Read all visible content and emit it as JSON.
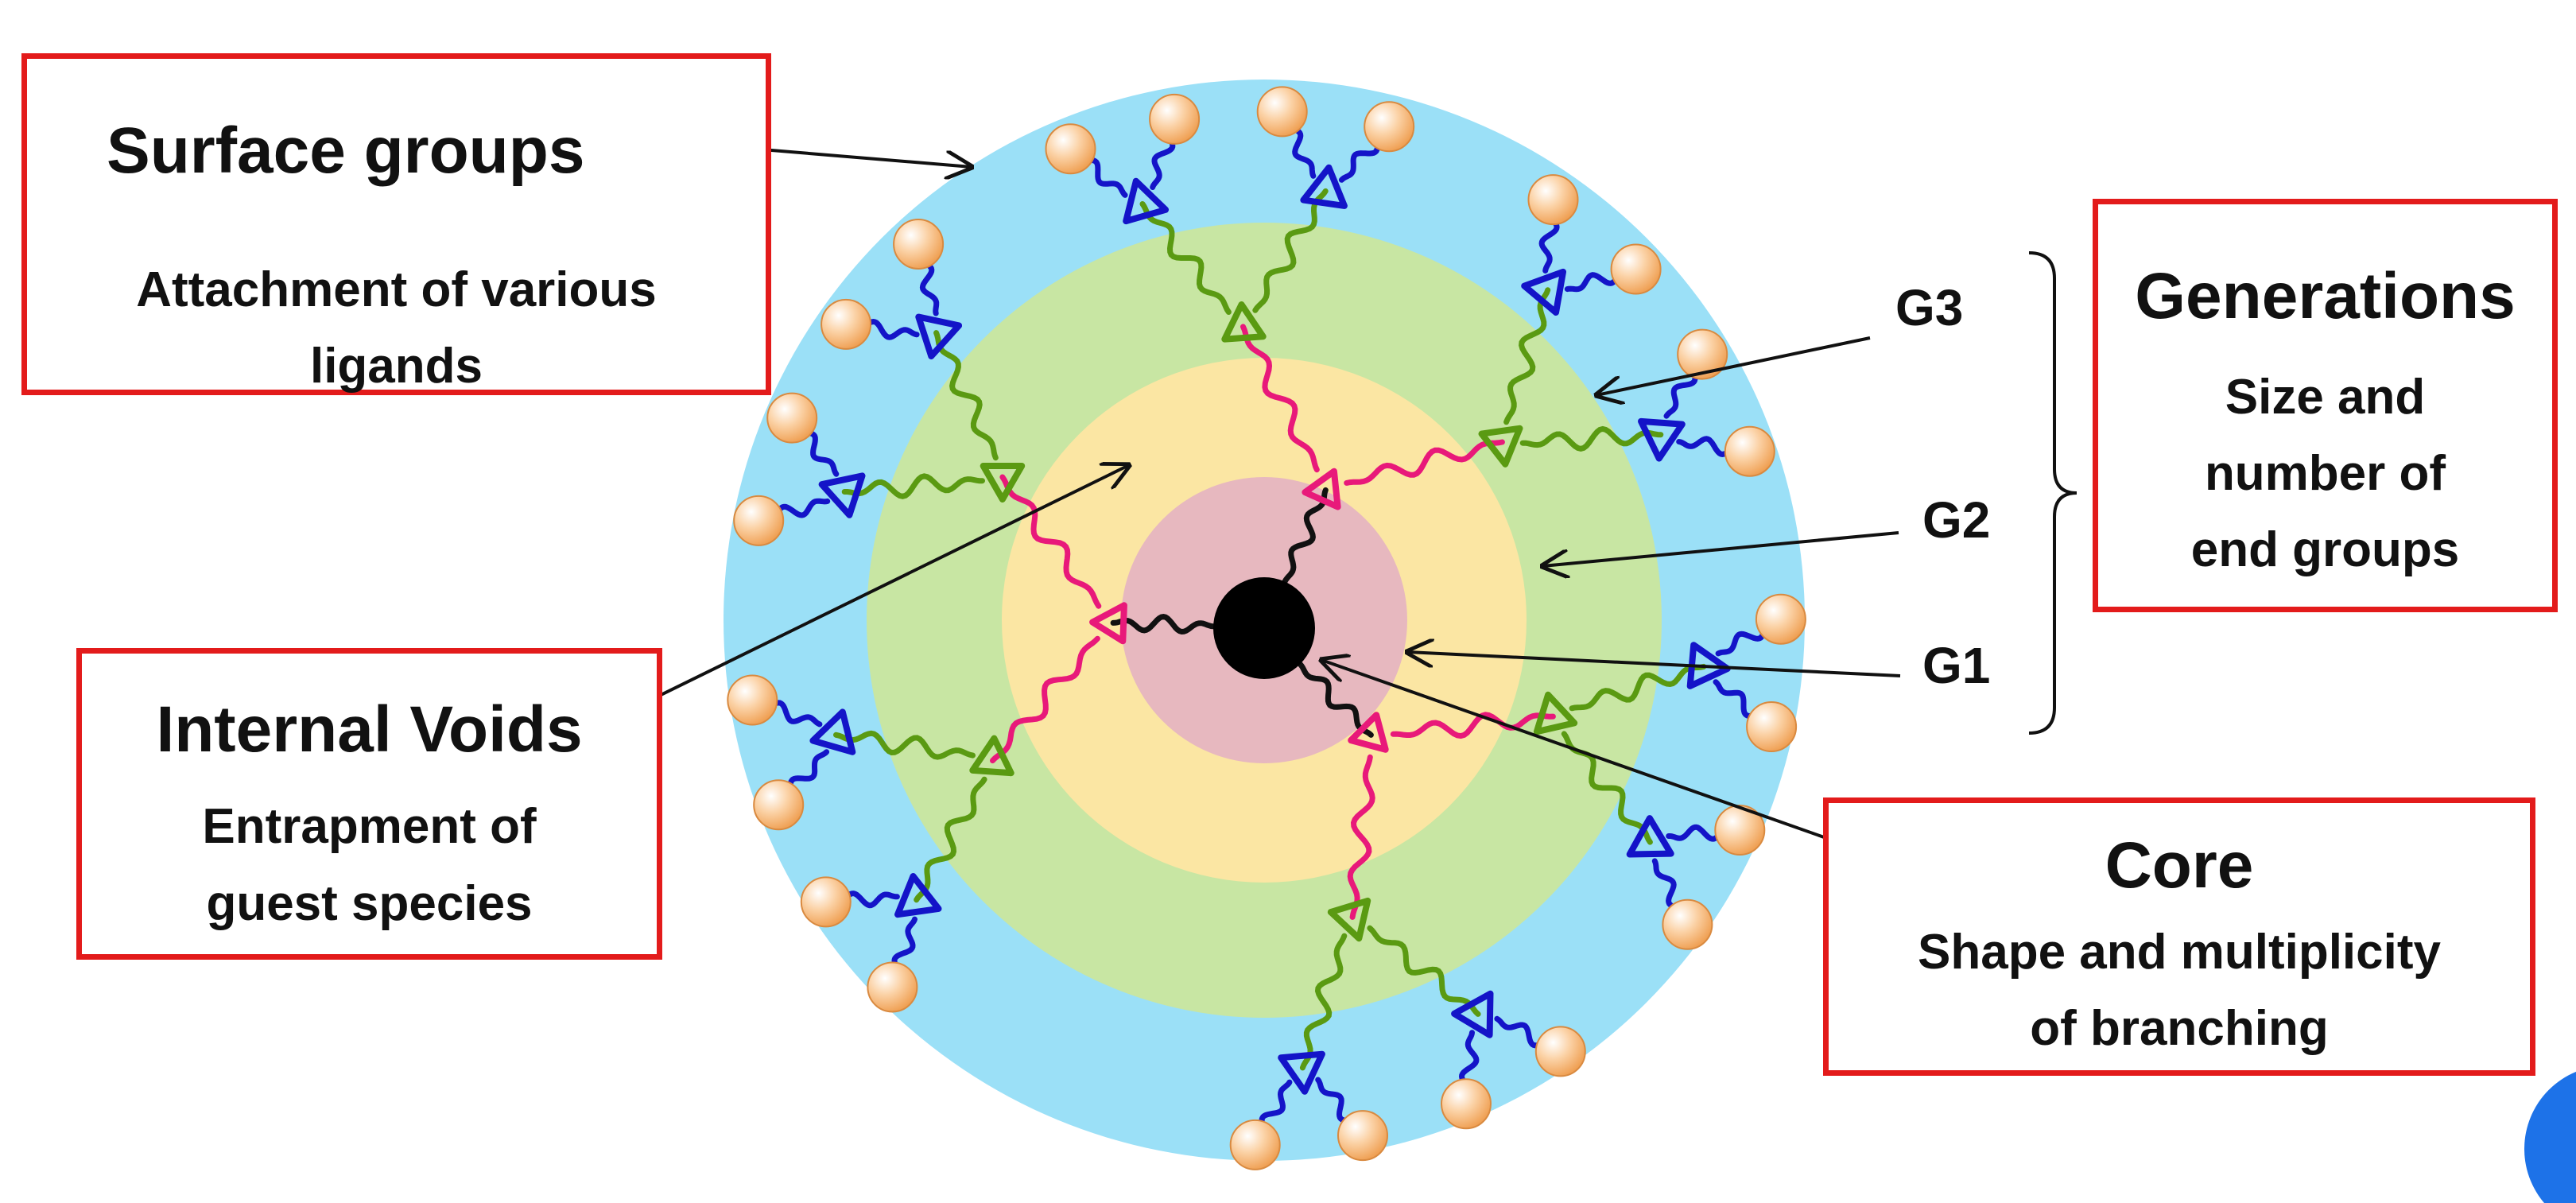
{
  "labels": {
    "surface": {
      "title": "Surface groups",
      "desc_line1": "Attachment of  various",
      "desc_line2": "ligands"
    },
    "voids": {
      "title": "Internal Voids",
      "desc_line1": "Entrapment of",
      "desc_line2": "guest species"
    },
    "generations": {
      "title": "Generations",
      "desc_line1": "Size and",
      "desc_line2": "number of",
      "desc_line3": "end groups"
    },
    "core": {
      "title": "Core",
      "desc_line1": "Shape and multiplicity",
      "desc_line2": "of branching"
    },
    "g1": "G1",
    "g2": "G2",
    "g3": "G3"
  },
  "colors": {
    "box_border": "#e31b1b",
    "g3_shell": "#9be0f7",
    "g2_shell": "#c8e6a3",
    "g1_shell": "#fbe6a3",
    "core_shell": "#e7b8bf",
    "core": "#000000",
    "g1_branch": "#e8197a",
    "g2_branch": "#5a9a12",
    "g3_branch": "#1414c8",
    "end_group": "#f7b46e"
  }
}
